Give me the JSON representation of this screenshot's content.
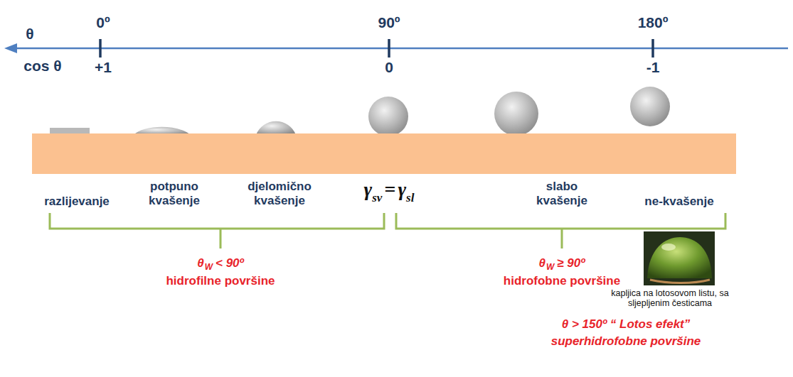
{
  "diagram": {
    "labels": [
      "θ",
      "0º",
      "90º",
      "180º",
      "cos θ",
      "+1",
      "0",
      "-1",
      "razlijevanje",
      "potpuno kvašenje",
      "djelomično kvašenje",
      "γ",
      "sv",
      "=",
      "γ",
      "sl",
      "slabo kvašenje",
      "ne-kvašenje",
      "θ",
      "W",
      "< 90º",
      "hidrofilne površine",
      "θ",
      "W",
      "≥ 90º",
      "hidrofobne površine",
      "kapljica na lotosovom listu, sa sljepljenim česticama",
      "θ > 150º “ Lotos efekt”",
      "superhidrofobne površine"
    ]
  }
}
